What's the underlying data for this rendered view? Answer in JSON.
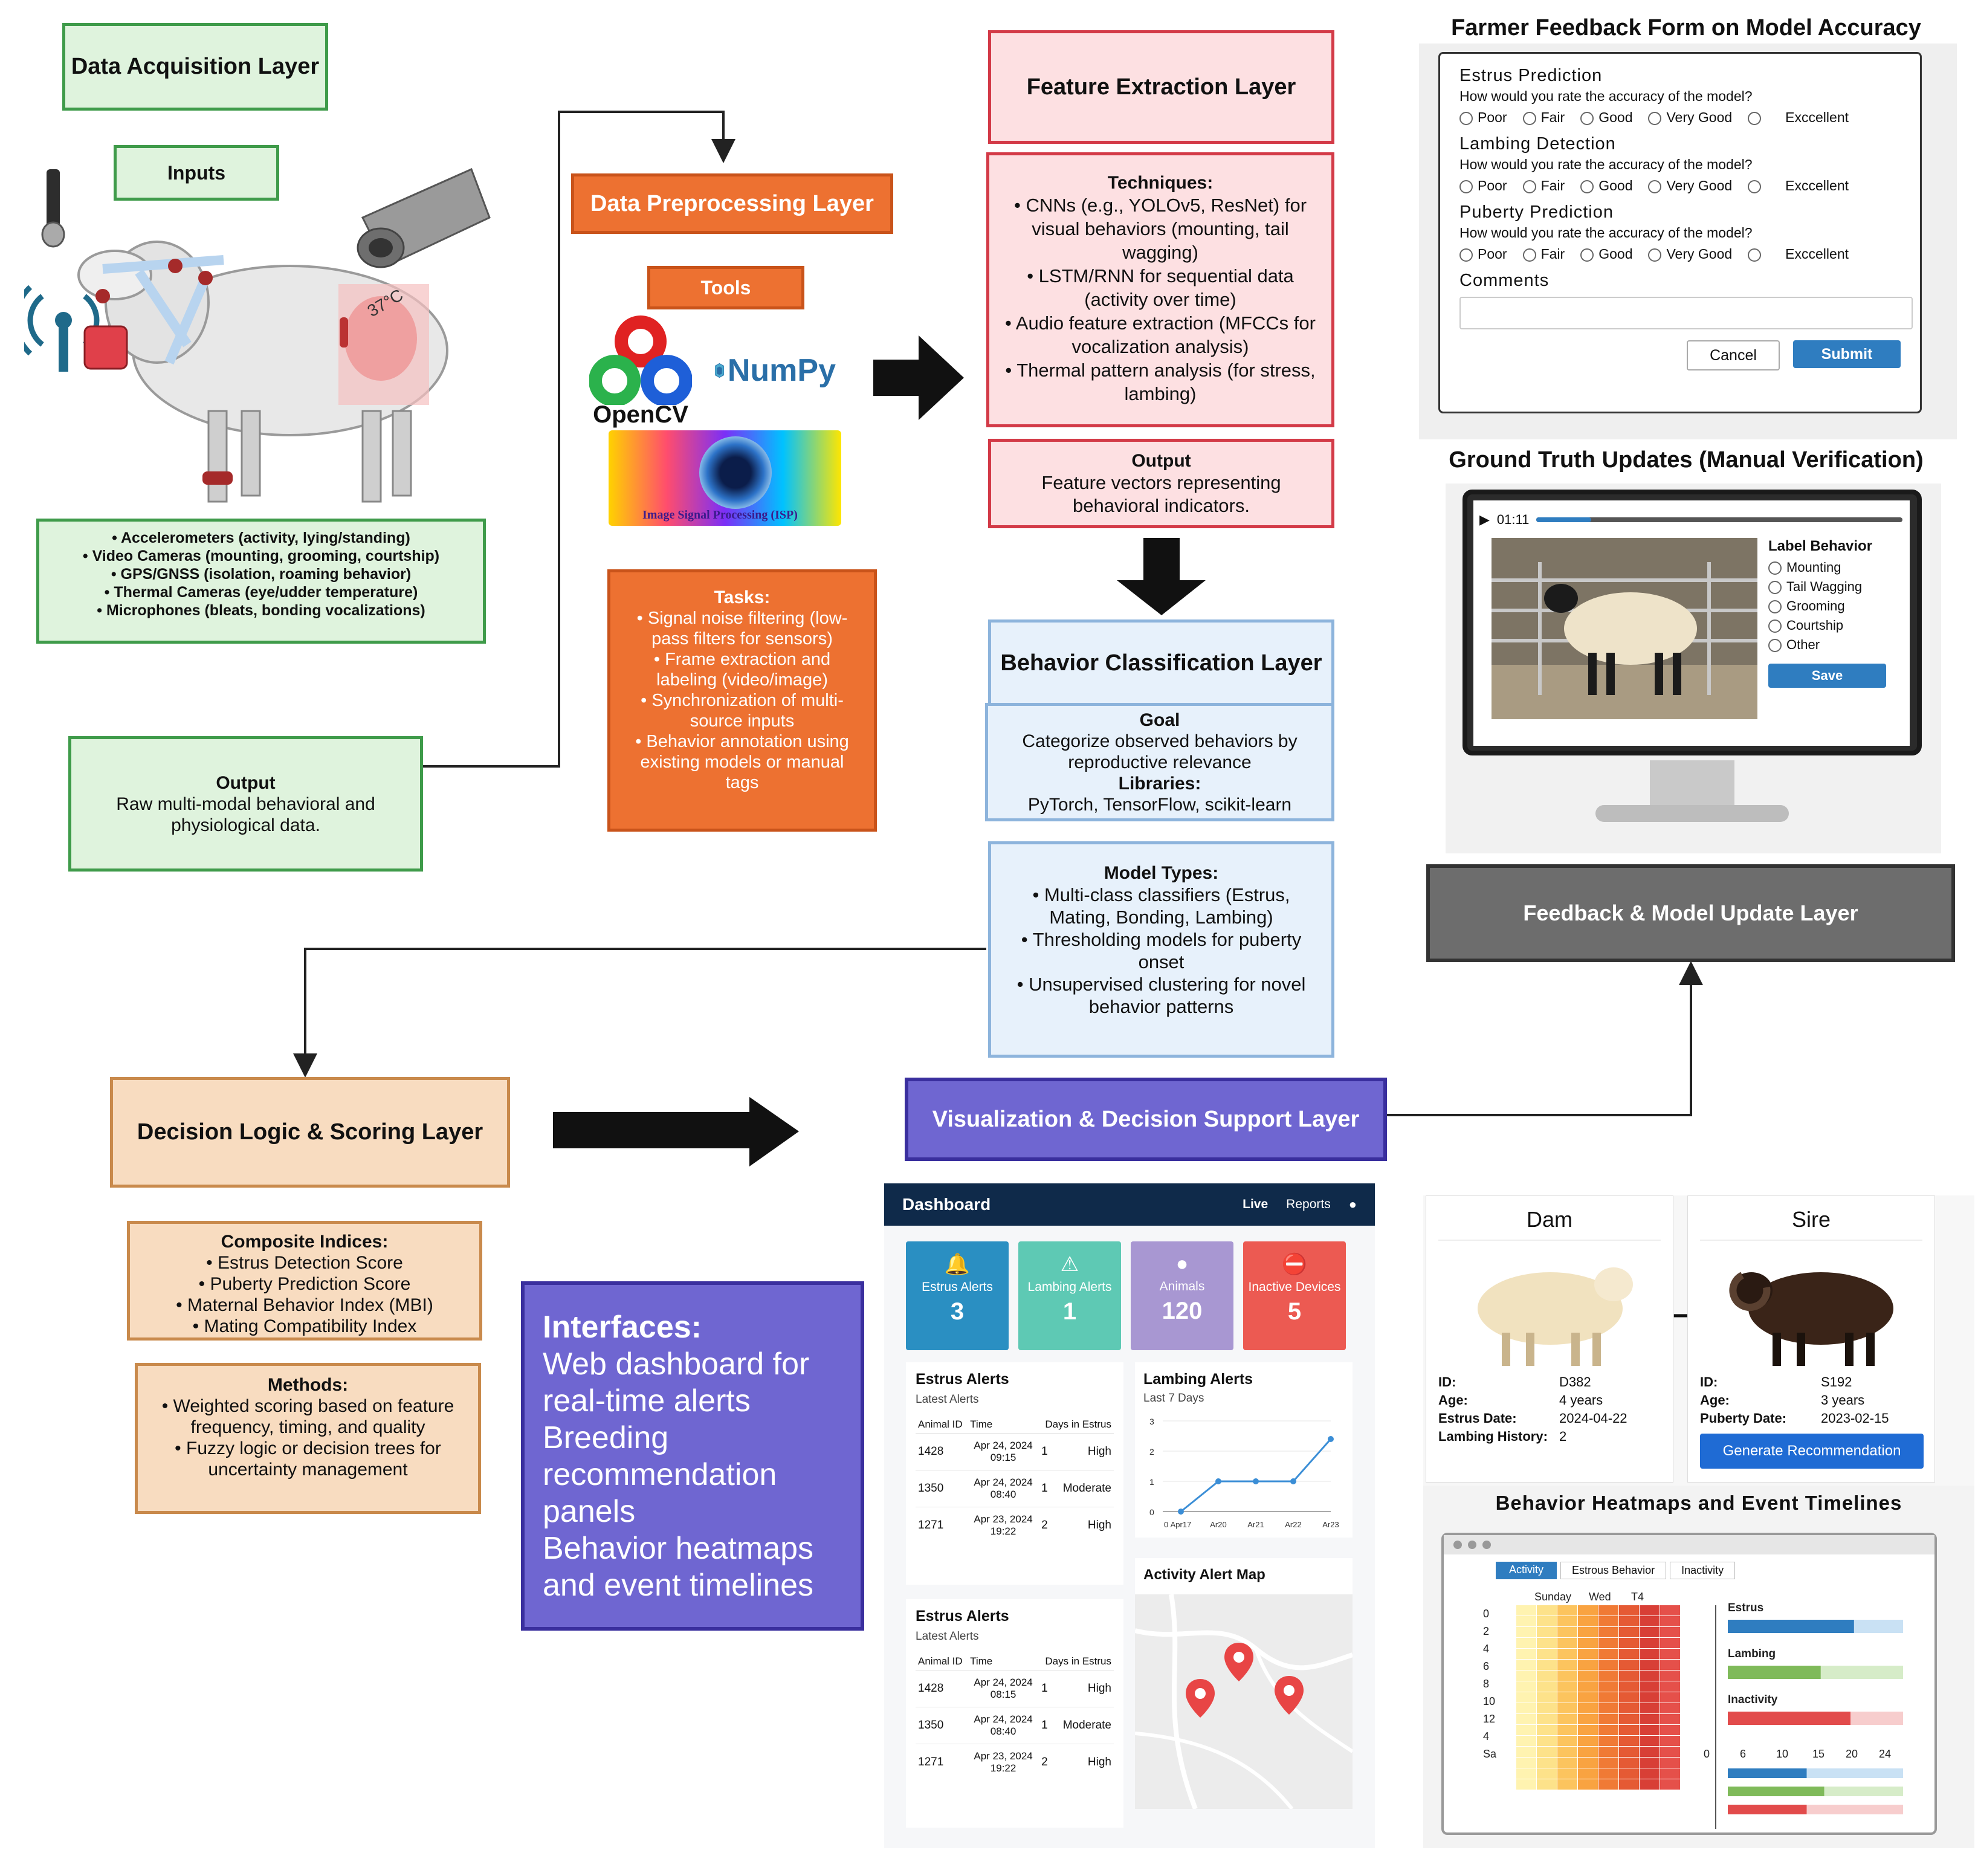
{
  "acquisition": {
    "title": "Data Acquisition Layer",
    "inputs_label": "Inputs",
    "sensors": [
      "Accelerometers (activity, lying/standing)",
      "Video Cameras (mounting, grooming, courtship)",
      "GPS/GNSS (isolation, roaming behavior)",
      "Thermal Cameras (eye/udder temperature)",
      "Microphones (bleats, bonding vocalizations)"
    ],
    "temp_label": "37°C",
    "output_title": "Output",
    "output_text": "Raw multi-modal behavioral and physiological data."
  },
  "preprocessing": {
    "title": "Data Preprocessing Layer",
    "tools_label": "Tools",
    "opencv_label": "OpenCV",
    "numpy_label": "NumPy",
    "isp_label": "Image Signal Processing (ISP)",
    "tasks_title": "Tasks:",
    "tasks": [
      "Signal noise filtering (low-pass filters for sensors)",
      "Frame extraction and labeling (video/image)",
      "Synchronization of multi-source inputs",
      "Behavior annotation using existing models or manual tags"
    ]
  },
  "feature": {
    "title": "Feature Extraction Layer",
    "techniques_title": "Techniques:",
    "techniques": [
      "CNNs (e.g., YOLOv5, ResNet) for visual behaviors (mounting, tail wagging)",
      "LSTM/RNN for sequential data (activity over time)",
      "Audio feature extraction (MFCCs for vocalization analysis)",
      "Thermal pattern analysis (for stress, lambing)"
    ],
    "output_title": "Output",
    "output_text": "Feature vectors representing behavioral indicators."
  },
  "classification": {
    "title": "Behavior Classification Layer",
    "goal_title": "Goal",
    "goal_text": "Categorize observed behaviors by reproductive relevance",
    "libraries_title": "Libraries:",
    "libraries_text": "PyTorch, TensorFlow, scikit-learn",
    "model_types_title": "Model Types:",
    "model_types": [
      "Multi-class classifiers (Estrus, Mating, Bonding, Lambing)",
      "Thresholding models for puberty onset",
      "Unsupervised clustering for novel behavior patterns"
    ]
  },
  "feedback_form": {
    "heading": "Farmer Feedback Form on Model Accuracy",
    "sections": [
      {
        "title": "Estrus Prediction",
        "question": "How would you rate the accuracy of the model?"
      },
      {
        "title": "Lambing Detection",
        "question": "How would you rate the accuracy of the model?"
      },
      {
        "title": "Puberty Prediction",
        "question": "How would you rate the accuracy of the model?"
      }
    ],
    "options": [
      "Poor",
      "Fair",
      "Good",
      "Very Good",
      "Exccellent"
    ],
    "comments_label": "Comments",
    "cancel_label": "Cancel",
    "submit_label": "Submit"
  },
  "ground_truth": {
    "heading": "Ground Truth Updates (Manual Verification)",
    "time": "01:11",
    "panel_title": "Label Behavior",
    "options": [
      "Mounting",
      "Tail Wagging",
      "Grooming",
      "Courtship",
      "Other"
    ],
    "save_label": "Save",
    "progress": 0.15
  },
  "feedback_layer": {
    "title": "Feedback & Model Update Layer"
  },
  "decision": {
    "title": "Decision Logic & Scoring Layer",
    "indices_title": "Composite Indices:",
    "indices": [
      "Estrus Detection Score",
      "Puberty Prediction Score",
      "Maternal Behavior Index (MBI)",
      "Mating Compatibility Index"
    ],
    "methods_title": "Methods:",
    "methods": [
      "Weighted scoring based on feature frequency, timing, and quality",
      "Fuzzy logic or decision trees for uncertainty management"
    ]
  },
  "visualization": {
    "title": "Visualization & Decision Support Layer"
  },
  "interfaces": {
    "title": "Interfaces:",
    "lines": [
      "Web dashboard for real-time alerts",
      "Breeding recommendation panels",
      "Behavior heatmaps and event timelines"
    ]
  },
  "dashboard": {
    "title": "Dashboard",
    "nav": [
      "Live",
      "Reports"
    ],
    "tiles": [
      {
        "label": "Estrus Alerts",
        "value": "3",
        "color": "#2a8fc2",
        "icon": "bell-icon"
      },
      {
        "label": "Lambing Alerts",
        "value": "1",
        "color": "#5ec9b4",
        "icon": "warning-icon"
      },
      {
        "label": "Animals",
        "value": "120",
        "color": "#a897d2",
        "icon": "sheep-icon"
      },
      {
        "label": "Inactive Devices",
        "value": "5",
        "color": "#ec5a52",
        "icon": "no-entry-icon"
      }
    ],
    "estrus_tables": [
      {
        "title": "Estrus Alerts",
        "subtitle": "Latest Alerts",
        "columns": [
          "Animal ID",
          "Time",
          "Days in Estrus"
        ],
        "rows": [
          [
            "1428",
            "Apr 24, 2024 09:15",
            "1",
            "High"
          ],
          [
            "1350",
            "Apr 24, 2024 08:40",
            "1",
            "Moderate"
          ],
          [
            "1271",
            "Apr 23, 2024 19:22",
            "2",
            "High"
          ]
        ]
      },
      {
        "title": "Estrus Alerts",
        "subtitle": "Latest Alerts",
        "columns": [
          "Animal ID",
          "Time",
          "Days in Estrus"
        ],
        "rows": [
          [
            "1428",
            "Apr 24, 2024 08:15",
            "1",
            "High"
          ],
          [
            "1350",
            "Apr 24, 2024 08:40",
            "1",
            "Moderate"
          ],
          [
            "1271",
            "Apr 23, 2024 19:22",
            "2",
            "High"
          ]
        ]
      }
    ],
    "lambing": {
      "title": "Lambing Alerts",
      "subtitle": "Last 7 Days",
      "x": [
        "Apr17",
        "Ar20",
        "Ar21",
        "Ar22",
        "Ar23"
      ],
      "x_zero": "0",
      "y": [
        0,
        1,
        1,
        1,
        2.4
      ],
      "yticks": [
        "3",
        "2",
        "1",
        "0"
      ]
    },
    "map_title": "Activity Alert Map"
  },
  "breeding": {
    "dam": {
      "title": "Dam",
      "fields": [
        [
          "ID:",
          "D382"
        ],
        [
          "Age:",
          "4 years"
        ],
        [
          "Estrus Date:",
          "2024-04-22"
        ],
        [
          "Lambing History:",
          "2"
        ]
      ]
    },
    "sire": {
      "title": "Sire",
      "fields": [
        [
          "ID:",
          "S192"
        ],
        [
          "Age:",
          "3 years"
        ],
        [
          "Puberty Date:",
          "2023-02-15"
        ]
      ]
    },
    "button_label": "Generate Recommendation"
  },
  "heatmap": {
    "heading": "Behavior Heatmaps and Event Timelines",
    "tabs": [
      "Activity",
      "Estrous Behavior",
      "Inactivity"
    ],
    "col_labels": [
      "Sunday",
      "Wed",
      "T4"
    ],
    "row_labels": [
      "0",
      "2",
      "4",
      "6",
      "8",
      "10",
      "12",
      "4",
      "Sa"
    ],
    "bars": [
      {
        "label": "Estrus",
        "value": 0.72,
        "color": "#2f7dc0",
        "bg": "#c9e1f4"
      },
      {
        "label": "Lambing",
        "value": 0.53,
        "color": "#7fba5a",
        "bg": "#d6ecc8"
      },
      {
        "label": "Inactivity",
        "value": 0.7,
        "color": "#e24b4b",
        "bg": "#f7cdcd"
      }
    ],
    "axis_ticks": [
      "0",
      "6",
      "10",
      "15",
      "20",
      "24"
    ],
    "timeline": [
      {
        "value": 0.45,
        "color": "#2f7dc0",
        "bg": "#c9e1f4"
      },
      {
        "value": 0.55,
        "color": "#7fba5a",
        "bg": "#d6ecc8"
      },
      {
        "value": 0.45,
        "color": "#e24b4b",
        "bg": "#f7cdcd"
      }
    ]
  }
}
